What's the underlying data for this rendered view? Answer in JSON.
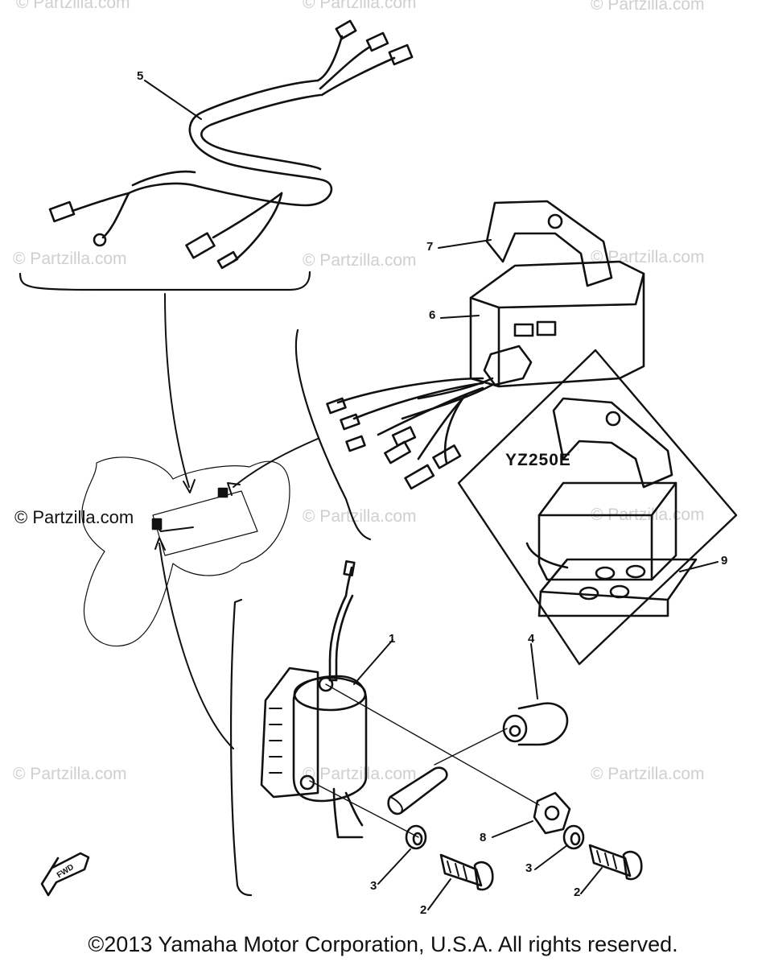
{
  "watermark": {
    "text": "© Partzilla.com",
    "prominent": "© Partzilla.com"
  },
  "callouts": {
    "p1": "1",
    "p2a": "2",
    "p2b": "2",
    "p3a": "3",
    "p3b": "3",
    "p4": "4",
    "p5": "5",
    "p6": "6",
    "p7": "7",
    "p8": "8",
    "p9": "9"
  },
  "variant_label": "YZ250E",
  "direction_marker": "FWD",
  "copyright": "©2013 Yamaha Motor Corporation, U.S.A. All rights reserved."
}
